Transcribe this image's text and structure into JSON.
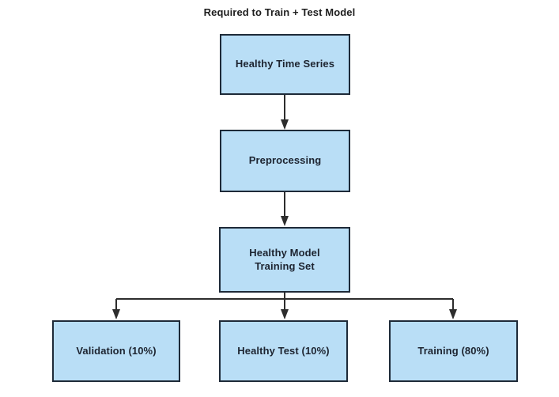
{
  "title": "Required to Train + Test Model",
  "colors": {
    "box-fill": "#b9def6",
    "box-border": "#1e2a38",
    "arrow": "#2d2d2d",
    "text": "#1d2430",
    "background": "#ffffff"
  },
  "nodes": [
    {
      "id": "healthy-time-series",
      "lines": [
        "Healthy Time Series"
      ]
    },
    {
      "id": "preprocessing",
      "lines": [
        "Preprocessing"
      ]
    },
    {
      "id": "healthy-model-training-set",
      "lines": [
        "Healthy Model",
        "Training Set"
      ]
    },
    {
      "id": "validation",
      "lines": [
        "Validation (10%)"
      ]
    },
    {
      "id": "healthy-test",
      "lines": [
        "Healthy Test (10%)"
      ]
    },
    {
      "id": "training",
      "lines": [
        "Training (80%)"
      ]
    }
  ],
  "edges": [
    {
      "from": "healthy-time-series",
      "to": "preprocessing"
    },
    {
      "from": "preprocessing",
      "to": "healthy-model-training-set"
    },
    {
      "from": "healthy-model-training-set",
      "to": "validation"
    },
    {
      "from": "healthy-model-training-set",
      "to": "healthy-test"
    },
    {
      "from": "healthy-model-training-set",
      "to": "training"
    }
  ]
}
